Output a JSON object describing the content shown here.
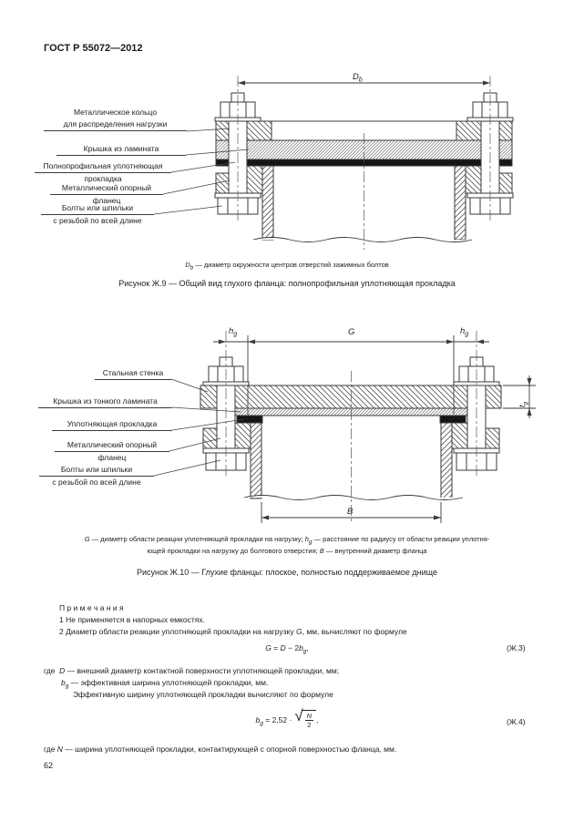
{
  "page": {
    "header": "ГОСТ Р 55072—2012",
    "number": "62"
  },
  "figure1": {
    "dim_db": {
      "sym": "D",
      "sub": "b"
    },
    "labels": [
      {
        "line1": "Металлическое кольцо",
        "line2": "для распределения нагрузки"
      },
      {
        "line1": "Крышка из ламината"
      },
      {
        "line1": "Полнопрофильная уплотняющая",
        "line2": "прокладка"
      },
      {
        "line1": "Металлический опорный",
        "line2": "фланец"
      },
      {
        "line1": "Болты или шпильки",
        "line2": "с резьбой по всей длине"
      }
    ],
    "legend": {
      "sym": "D",
      "sub": "b",
      "text": " — диаметр окружности центров отверстий зажимных болтов"
    },
    "caption": "Рисунок Ж.9 — Общий вид глухого фланца: полнопрофильная уплотняющая прокладка"
  },
  "figure2": {
    "dim_hg_left": {
      "sym": "h",
      "sub": "g"
    },
    "dim_g": "G",
    "dim_hg_right": {
      "sym": "h",
      "sub": "g"
    },
    "dim_tg": {
      "sym": "t",
      "sub": "g"
    },
    "dim_b": "B",
    "labels": [
      {
        "line1": "Стальная стенка"
      },
      {
        "line1": "Крышка из тонкого ламината"
      },
      {
        "line1": "Уплотняющая прокладка"
      },
      {
        "line1": "Металлический опорный",
        "line2": "фланец"
      },
      {
        "line1": "Болты или шпильки",
        "line2": "с резьбой по всей длине"
      }
    ],
    "legend": {
      "sym1": "G",
      "seg1": " — диаметр области реакции уплотняющей прокладки на нагрузку; ",
      "sym2": "h",
      "sub2": "g",
      "seg2": " — расстояние по радиусу от области реакции уплотня-",
      "seg3": "ющей прокладки на нагрузку до болтового отверстия; ",
      "sym3": "B",
      "seg4": " — внутренний диаметр фланца"
    },
    "caption": "Рисунок Ж.10 — Глухие фланцы: плоское, полностью поддерживаемое днище"
  },
  "notes": {
    "title": "П р и м е ч а н и я",
    "note1": "1 Не применяется в напорных емкостях.",
    "note2_seg1": "2 Диаметр области реакции уплотняющей прокладки на нагрузку ",
    "note2_sym": "G",
    "note2_seg2": ", мм, вычисляют по формуле"
  },
  "formula3": {
    "lhs": "G",
    "eq": " = ",
    "rhs_a": "D",
    "rhs_b": " − 2",
    "var": "b",
    "sub": "g",
    "tail": ",",
    "number": "(Ж.3)"
  },
  "where3": {
    "w1_pre": "где",
    "w1_sym": "D",
    "w1_text": " — внешний диаметр контактной поверхности уплотняющей прокладки, мм;",
    "w2_sym": "b",
    "w2_sub": "g",
    "w2_text": " — эффективная ширина уплотняющей прокладки, мм.",
    "w3_text": "Эффективную ширину уплотняющей прокладки вычисляют по формуле"
  },
  "formula4": {
    "var": "b",
    "sub": "g",
    "eq": " = 2,52 ·",
    "num": "N",
    "den": "2",
    "tail": ",",
    "number": "(Ж.4)"
  },
  "where4": {
    "pre": "где ",
    "sym": "N",
    "text": " — ширина уплотняющей прокладки, контактирующей с опорной поверхностью фланца, мм."
  }
}
